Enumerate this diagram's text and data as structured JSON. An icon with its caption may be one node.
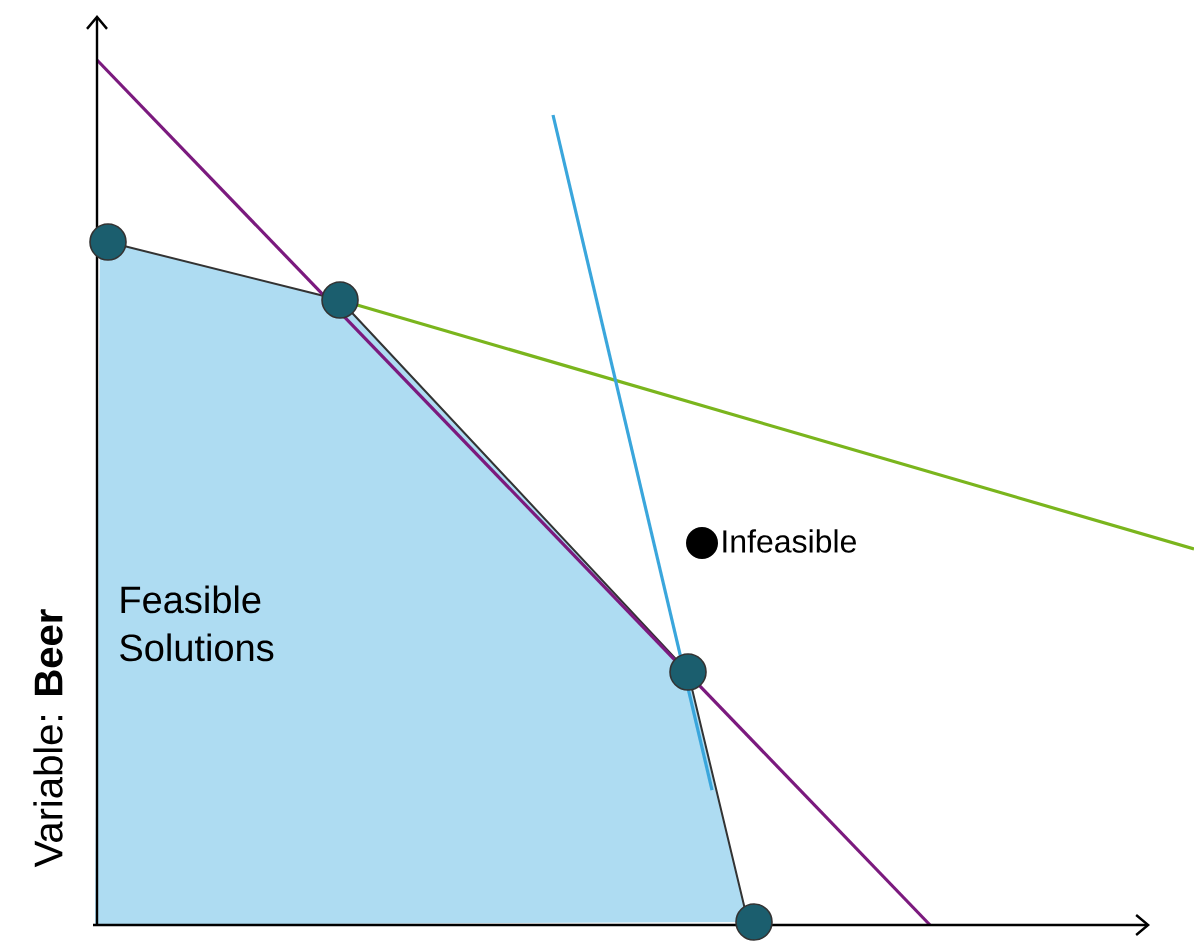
{
  "diagram": {
    "nodes": [
      {
        "text": [
          "Feasible Solutions"
        ]
      }
    ],
    "labels": [
      "Infeasible",
      "Variable: **Beer**"
    ]
  }
}
